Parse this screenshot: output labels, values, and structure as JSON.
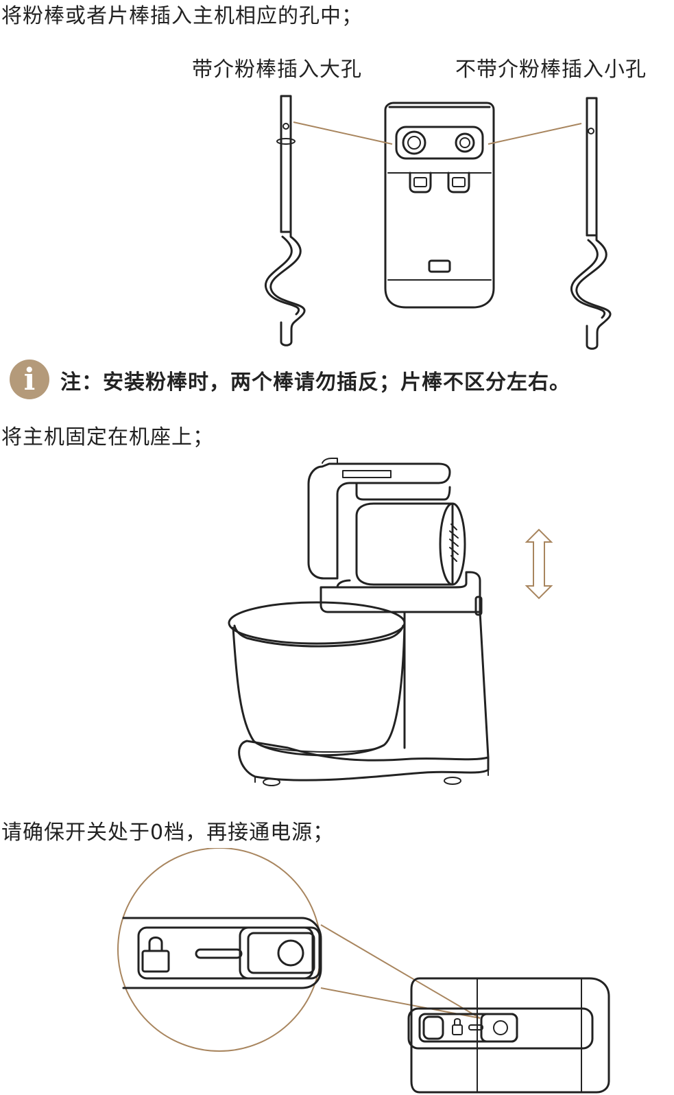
{
  "steps": {
    "insert_beaters": "将粉棒或者片棒插入主机相应的孔中；",
    "mount_head": "将主机固定在机座上；",
    "power_on": "请确保开关处于0档，再接通电源；"
  },
  "labels": {
    "large_hole": "带介粉棒插入大孔",
    "small_hole": "不带介粉棒插入小孔"
  },
  "note": {
    "icon_text": "i",
    "text": "注：安装粉棒时，两个棒请勿插反；片棒不区分左右。"
  },
  "colors": {
    "accent": "#b49a7a",
    "leader": "#a8855e",
    "line": "#222222"
  },
  "icons": {
    "note": "info-icon",
    "direction": "up-down-arrow-icon",
    "lock": "lock-icon"
  }
}
